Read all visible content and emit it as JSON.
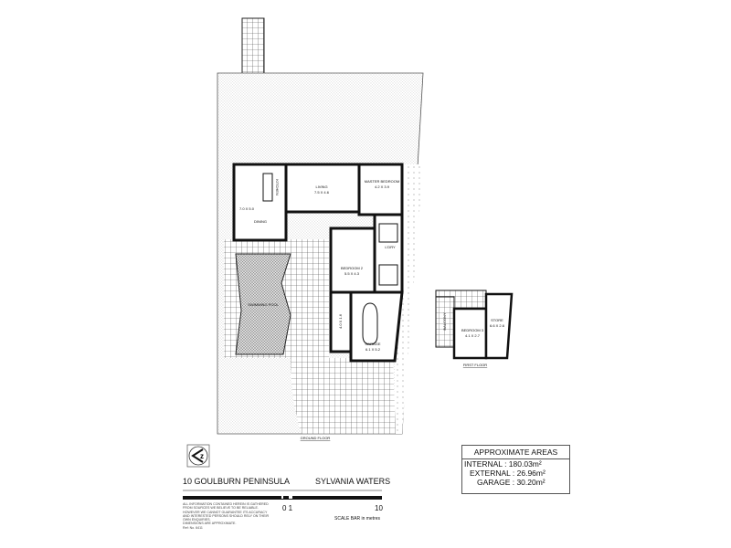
{
  "plan": {
    "ground_floor_label": "GROUND FLOOR",
    "first_floor_label": "FIRST FLOOR",
    "rooms": {
      "living": {
        "name": "LIVING",
        "dims": "7.5 X 4.6"
      },
      "master_bedroom": {
        "name": "MASTER BEDROOM",
        "dims": "4.2 X 3.9"
      },
      "kitchen": {
        "name": "KITCHEN"
      },
      "dining": {
        "name": "DINING",
        "dims": "7.0 X 5.0"
      },
      "bedroom2": {
        "name": "BEDROOM 2",
        "dims": "5.5 X 4.3"
      },
      "laundry": {
        "name": "L'DRY"
      },
      "pool": {
        "name": "SWIMMING POOL"
      },
      "side_room": {
        "dims": "4.0 X 1.6"
      },
      "garage": {
        "name": "GARAGE",
        "dims": "6.1 X 5.2"
      },
      "bedroom3": {
        "name": "BEDROOM 3",
        "dims": "4.1 X 2.7"
      },
      "store": {
        "name": "STORE",
        "dims": "6.6 X 2.6"
      },
      "balcony": {
        "name": "BALCONY"
      }
    }
  },
  "footer": {
    "address": "10 GOULBURN PENINSULA",
    "suburb": "SYLVANIA WATERS",
    "scale_start": "0  1",
    "scale_end": "10",
    "scale_caption": "SCALE BAR in metres",
    "disclaimer": [
      "ALL INFORMATION CONTAINED HEREIN IS GATHERED",
      "FROM SOURCES WE BELIEVE TO BE RELIABLE.",
      "HOWEVER WE CANNOT GUARANTEE ITS ACCURACY",
      "AND INTERESTED PERSONS SHOULD RELY ON THEIR",
      "OWN ENQUIRIES.",
      "DIMENSIONS ARE APPROXIMATE.",
      "Ref: No. 6411"
    ]
  },
  "areas": {
    "title": "APPROXIMATE AREAS",
    "internal": "INTERNAL  :  180.03m²",
    "external": "EXTERNAL :  26.96m²",
    "garage": "GARAGE  :  30.20m²"
  },
  "icons": {
    "compass": "north-arrow-icon"
  }
}
